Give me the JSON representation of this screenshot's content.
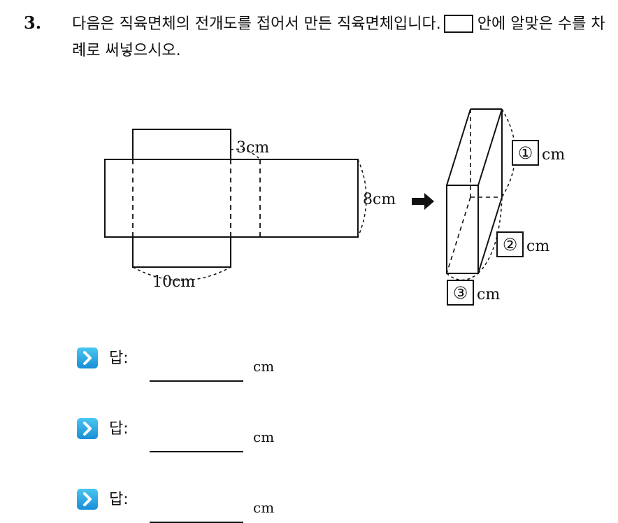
{
  "question": {
    "number": "3.",
    "text_before_box": "다음은 직육면체의 전개도를 접어서 만든 직육면체입니다.",
    "text_after_box": "안에 알맞은 수를 차례로 써넣으시오."
  },
  "figure": {
    "net_top_label": "3cm",
    "net_right_label": "8cm",
    "net_bottom_label": "10cm",
    "box_label_1": "①",
    "box_label_2": "②",
    "box_label_3": "③",
    "unit": "cm"
  },
  "answers": [
    {
      "label": "답:",
      "unit": "cm"
    },
    {
      "label": "답:",
      "unit": "cm"
    },
    {
      "label": "답:",
      "unit": "cm"
    }
  ],
  "colors": {
    "icon_top": "#49c6f0",
    "icon_bottom": "#1a8ed6",
    "ink": "#111111"
  },
  "icons": {
    "answer_marker": "chevron-right-icon",
    "transform_arrow": "arrow-right-icon"
  }
}
